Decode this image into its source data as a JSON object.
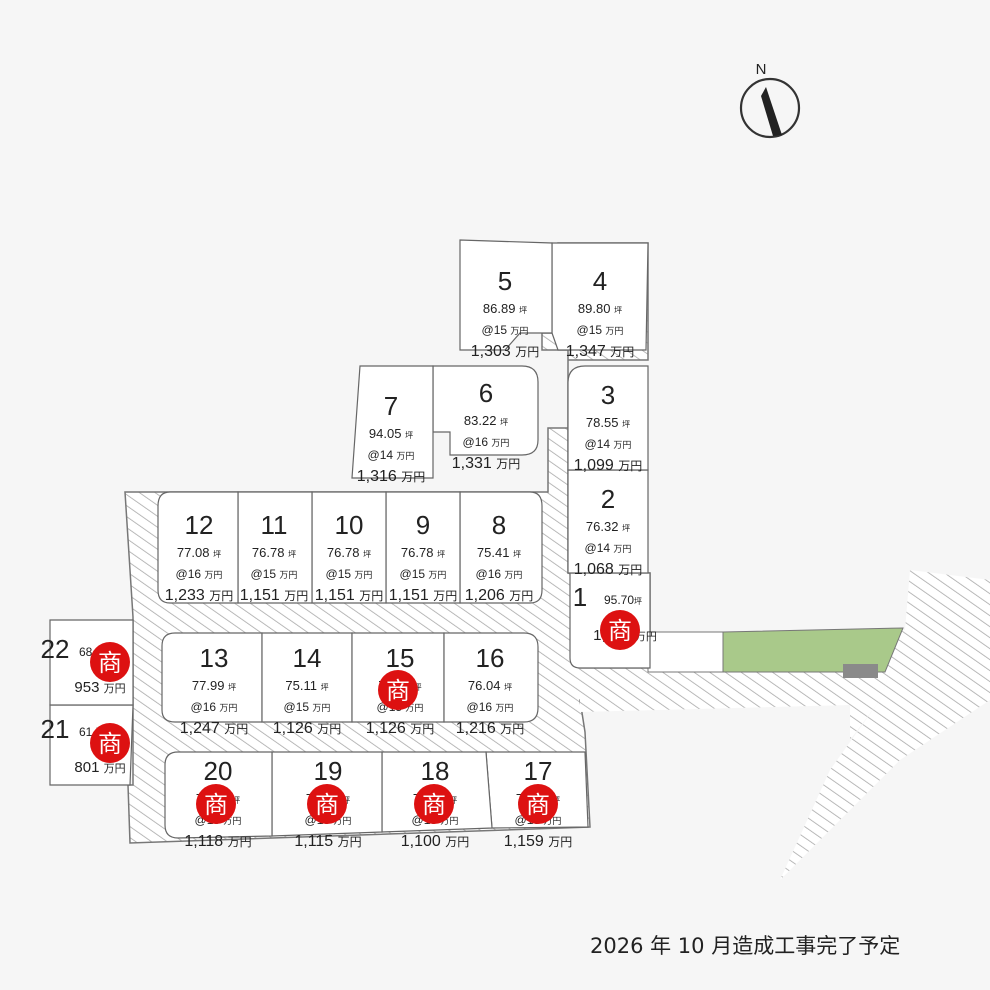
{
  "compass": {
    "label": "N"
  },
  "note": "2026 年 10 月造成工事完了予定",
  "sold_badge_text": "商",
  "colors": {
    "background": "#f6f6f6",
    "road_hatch": "#a8a8a8",
    "lot_fill": "#ffffff",
    "lot_stroke": "#666666",
    "park_green": "#a9c98a",
    "badge_red": "#dd1111"
  },
  "lots": [
    {
      "id": "lot-1",
      "number": "1",
      "area": "95.70",
      "unit": "坪",
      "price_per": "@15",
      "price": "1,436",
      "yen_unit": "万円",
      "sold": true
    },
    {
      "id": "lot-2",
      "number": "2",
      "area": "76.32",
      "unit": "坪",
      "price_per": "@14",
      "price": "1,068",
      "yen_unit": "万円",
      "sold": false
    },
    {
      "id": "lot-3",
      "number": "3",
      "area": "78.55",
      "unit": "坪",
      "price_per": "@14",
      "price": "1,099",
      "yen_unit": "万円",
      "sold": false
    },
    {
      "id": "lot-4",
      "number": "4",
      "area": "89.80",
      "unit": "坪",
      "price_per": "@15",
      "price": "1,347",
      "yen_unit": "万円",
      "sold": false
    },
    {
      "id": "lot-5",
      "number": "5",
      "area": "86.89",
      "unit": "坪",
      "price_per": "@15",
      "price": "1,303",
      "yen_unit": "万円",
      "sold": false
    },
    {
      "id": "lot-6",
      "number": "6",
      "area": "83.22",
      "unit": "坪",
      "price_per": "@16",
      "price": "1,331",
      "yen_unit": "万円",
      "sold": false
    },
    {
      "id": "lot-7",
      "number": "7",
      "area": "94.05",
      "unit": "坪",
      "price_per": "@14",
      "price": "1,316",
      "yen_unit": "万円",
      "sold": false
    },
    {
      "id": "lot-8",
      "number": "8",
      "area": "75.41",
      "unit": "坪",
      "price_per": "@16",
      "price": "1,206",
      "yen_unit": "万円",
      "sold": false
    },
    {
      "id": "lot-9",
      "number": "9",
      "area": "76.78",
      "unit": "坪",
      "price_per": "@15",
      "price": "1,151",
      "yen_unit": "万円",
      "sold": false
    },
    {
      "id": "lot-10",
      "number": "10",
      "area": "76.78",
      "unit": "坪",
      "price_per": "@15",
      "price": "1,151",
      "yen_unit": "万円",
      "sold": false
    },
    {
      "id": "lot-11",
      "number": "11",
      "area": "76.78",
      "unit": "坪",
      "price_per": "@15",
      "price": "1,151",
      "yen_unit": "万円",
      "sold": false
    },
    {
      "id": "lot-12",
      "number": "12",
      "area": "77.08",
      "unit": "坪",
      "price_per": "@16",
      "price": "1,233",
      "yen_unit": "万円",
      "sold": false
    },
    {
      "id": "lot-13",
      "number": "13",
      "area": "77.99",
      "unit": "坪",
      "price_per": "@16",
      "price": "1,247",
      "yen_unit": "万円",
      "sold": false
    },
    {
      "id": "lot-14",
      "number": "14",
      "area": "75.11",
      "unit": "坪",
      "price_per": "@15",
      "price": "1,126",
      "yen_unit": "万円",
      "sold": false
    },
    {
      "id": "lot-15",
      "number": "15",
      "area": "75.11",
      "unit": "坪",
      "price_per": "@15",
      "price": "1,126",
      "yen_unit": "万円",
      "sold": true
    },
    {
      "id": "lot-16",
      "number": "16",
      "area": "76.04",
      "unit": "坪",
      "price_per": "@16",
      "price": "1,216",
      "yen_unit": "万円",
      "sold": false
    },
    {
      "id": "lot-17",
      "number": "17",
      "area": "77.28",
      "unit": "坪",
      "price_per": "@15",
      "price": "1,159",
      "yen_unit": "万円",
      "sold": true
    },
    {
      "id": "lot-18",
      "number": "18",
      "area": "73.33",
      "unit": "坪",
      "price_per": "@15",
      "price": "1,100",
      "yen_unit": "万円",
      "sold": true
    },
    {
      "id": "lot-19",
      "number": "19",
      "area": "74.38",
      "unit": "坪",
      "price_per": "@15",
      "price": "1,115",
      "yen_unit": "万円",
      "sold": true
    },
    {
      "id": "lot-20",
      "number": "20",
      "area": "74.56",
      "unit": "坪",
      "price_per": "@15",
      "price": "1,118",
      "yen_unit": "万円",
      "sold": true
    },
    {
      "id": "lot-21",
      "number": "21",
      "area": "61.51",
      "unit": "坪",
      "price_per": "@13",
      "price": "801",
      "yen_unit": "万円",
      "sold": true
    },
    {
      "id": "lot-22",
      "number": "22",
      "area": "68.80",
      "unit": "坪",
      "price_per": "@14",
      "price": "953",
      "yen_unit": "万円",
      "sold": true
    }
  ]
}
